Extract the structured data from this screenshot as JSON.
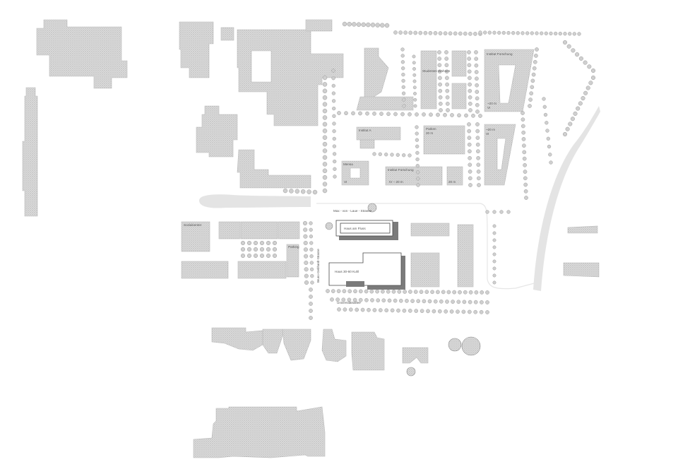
{
  "map": {
    "labels": {
      "max_von_laue_strasse": "Max - von - Laue - Strasse",
      "haus_am_fluss": "Haus am Fluss",
      "haus_30_60_kuhl": "Haus 30-60 Kuhl",
      "universitaetsallee": "Universitätsallee",
      "bruno_gebhardt_strasse": "Bruno-Gebhardt-Strasse",
      "parking_small": "Parking",
      "sozialcenter": "Sozialcenter",
      "institut_forschung": "Institut Forschung",
      "studenten_wohnen": "Studenten Wohnen",
      "inst_a": "Institut A",
      "parken": "Parken",
      "parken_sub": "20 m",
      "institut_forschung_2": "Institut Forschung",
      "block_b_sub": "IV – 20 m",
      "block_c_sub": "20 m",
      "mensa": "Mensa",
      "mensa_sub": "VI",
      "east_a_sub": "~20 m",
      "east_a_sub2": "VI",
      "east_b_sub": "~20 m",
      "east_b_sub2": "VI"
    }
  }
}
